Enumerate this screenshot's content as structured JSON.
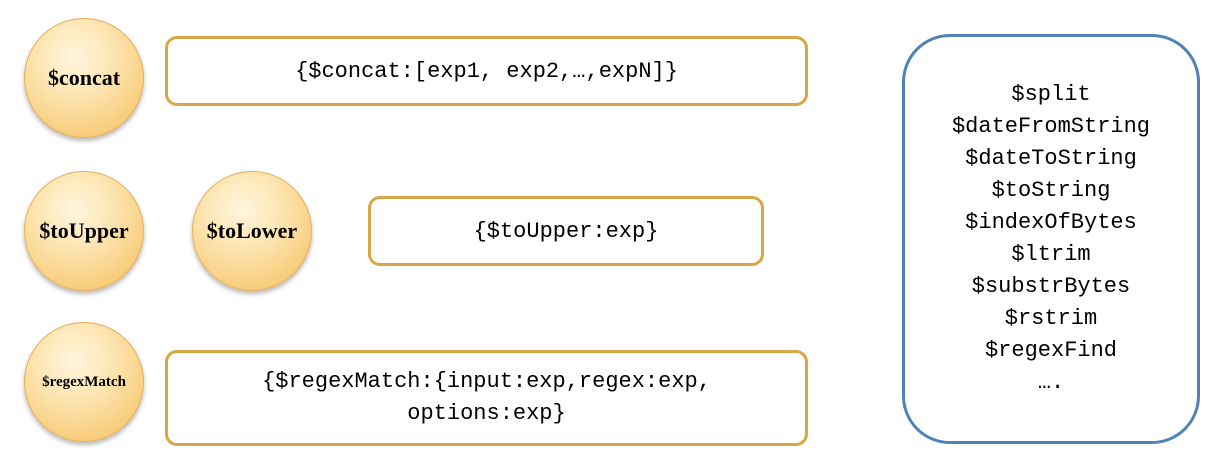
{
  "operators": {
    "concat": "$concat",
    "toUpper": "$toUpper",
    "toLower": "$toLower",
    "regexMatch": "$regexMatch"
  },
  "syntax": {
    "concat": "{$concat:[exp1, exp2,…,expN]}",
    "toUpper": "{$toUpper:exp}",
    "regexMatch": "{$regexMatch:{input:exp,regex:exp,\noptions:exp}"
  },
  "other_operators": [
    "$split",
    "$dateFromString",
    "$dateToString",
    "$toString",
    "$indexOfBytes",
    "$ltrim",
    "$substrBytes",
    "$rstrim",
    "$regexFind",
    "…."
  ]
}
